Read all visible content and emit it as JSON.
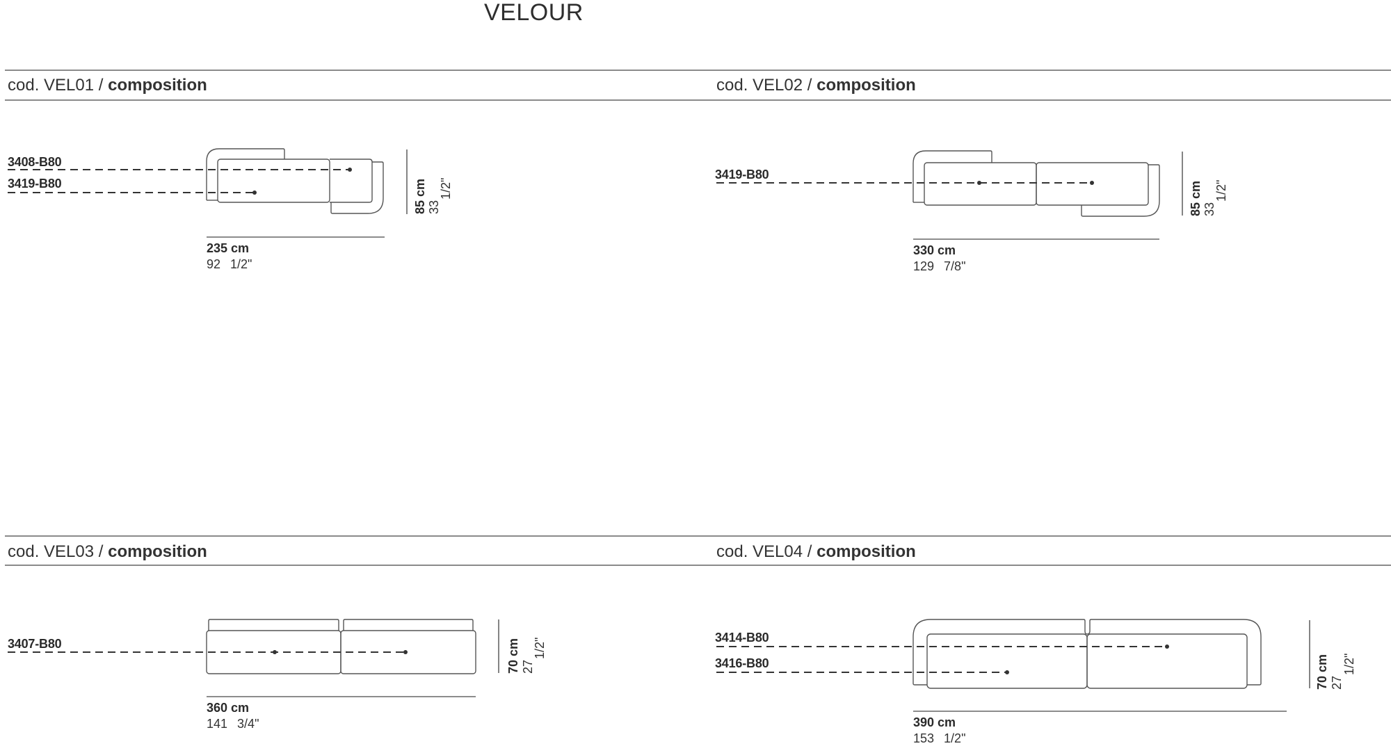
{
  "page": {
    "title": "VELOUR"
  },
  "sections": [
    {
      "code": "cod. VEL01",
      "separator": " / ",
      "kind": "composition",
      "modules": [
        "3408-B80",
        "3419-B80"
      ],
      "width_cm": "235 cm",
      "width_in_whole": "92",
      "width_in_frac": "1/2\"",
      "depth_cm": "85 cm",
      "depth_in_whole": "33",
      "depth_in_frac": "1/2\""
    },
    {
      "code": "cod. VEL02",
      "separator": " / ",
      "kind": "composition",
      "modules": [
        "3419-B80"
      ],
      "width_cm": "330 cm",
      "width_in_whole": "129",
      "width_in_frac": "7/8\"",
      "depth_cm": "85 cm",
      "depth_in_whole": "33",
      "depth_in_frac": "1/2\""
    },
    {
      "code": "cod. VEL03",
      "separator": " / ",
      "kind": "composition",
      "modules": [
        "3407-B80"
      ],
      "width_cm": "360 cm",
      "width_in_whole": "141",
      "width_in_frac": "3/4\"",
      "depth_cm": "70 cm",
      "depth_in_whole": "27",
      "depth_in_frac": "1/2\""
    },
    {
      "code": "cod. VEL04",
      "separator": " / ",
      "kind": "composition",
      "modules": [
        "3414-B80",
        "3416-B80"
      ],
      "width_cm": "390 cm",
      "width_in_whole": "153",
      "width_in_frac": "1/2\"",
      "depth_cm": "70 cm",
      "depth_in_whole": "27",
      "depth_in_frac": "1/2\""
    }
  ],
  "colors": {
    "line": "#555555",
    "rule": "#8a8a8a",
    "text": "#2a2a2a"
  }
}
